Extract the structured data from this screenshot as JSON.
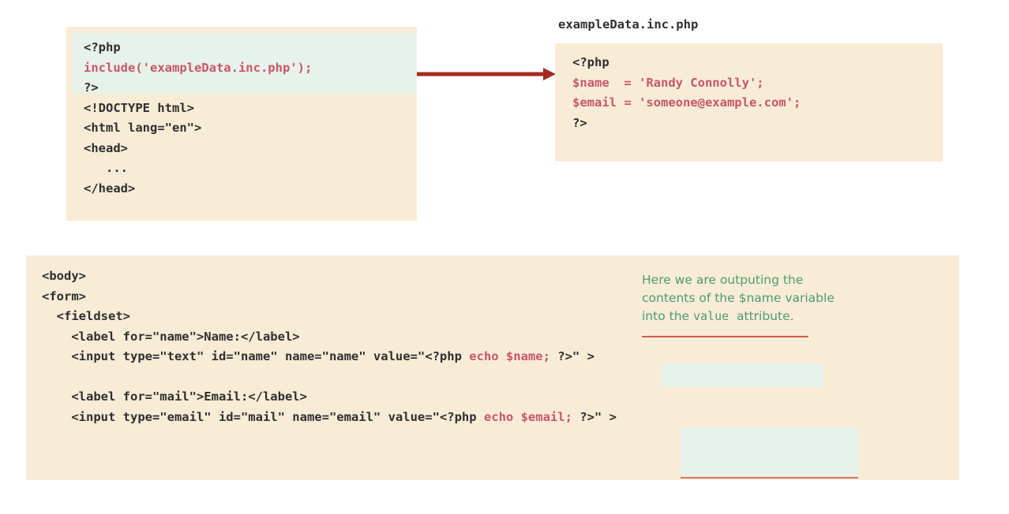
{
  "figure": {
    "background_color": "#ffffff",
    "panel_color": "#f8ecd7",
    "highlight_color": "#e7f2ea",
    "code_color": "#2f2f2f",
    "php_color": "#c8566a",
    "annotation_color": "#4d9c6d",
    "arrow_color": "#a32a20",
    "underline_color": "#cc5f50"
  },
  "top_left_panel": {
    "name": "main-page-code",
    "highlighted_php_lines": [
      "<?php",
      "include('exampleData.inc.php');",
      "?>"
    ],
    "html_lines": [
      "<!DOCTYPE html>",
      "<html lang=\"en\">",
      "<head>",
      "   ...",
      "</head>"
    ],
    "line_1": "<?php",
    "line_2": "include('exampleData.inc.php');",
    "line_3": "?>",
    "line_4": "<!DOCTYPE html>",
    "line_5": "<html lang=\"en\">",
    "line_6": "<head>",
    "line_7": "   ...",
    "line_8": "</head>"
  },
  "top_right_panel": {
    "filename": "exampleData.inc.php",
    "line_1": "<?php",
    "line_2": "$name  = 'Randy Connolly';",
    "line_3": "$email = 'someone@example.com';",
    "line_4": "?>"
  },
  "arrow": {
    "label": "include-arrow",
    "direction": "right"
  },
  "bottom_panel": {
    "line_1": "<body>",
    "line_2": "<form>",
    "line_3": "  <fieldset>",
    "line_4": "    <label for=\"name\">Name:</label>",
    "line_5_prefix": "    <input type=\"text\" id=\"name\" name=\"name\" value=\"",
    "line_5_php": "<?php ",
    "line_5_php_body": "echo $name; ",
    "line_5_php_close": "?>",
    "line_5_suffix": "\" >",
    "line_6": "",
    "line_7": "    <label for=\"mail\">Email:</label>",
    "line_8_prefix": "    <input type=\"email\" id=\"mail\" name=\"email\" value=\"",
    "line_8_php": "<?php ",
    "line_8_php_body": "echo $email; ",
    "line_8_php_close": "?>",
    "line_8_suffix": "\" >"
  },
  "annotation": {
    "line_1": "Here we are outputing the",
    "line_2": "contents of the $name variable",
    "line_3_pre": "into the ",
    "line_3_mono": "value",
    "line_3_post": "  attribute."
  }
}
